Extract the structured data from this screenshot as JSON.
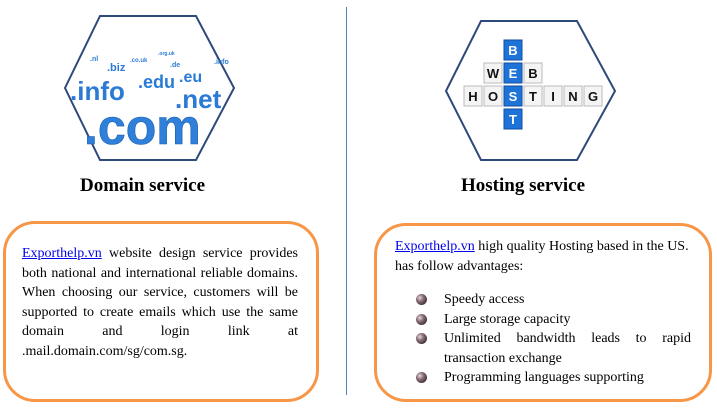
{
  "domain_section": {
    "title": "Domain service",
    "image_words": [
      ".nl",
      ".biz",
      ".co.uk",
      ".de",
      ".info",
      ".info",
      ".edu",
      ".eu",
      ".net",
      ".com"
    ],
    "link_text": "Exporthelp.vn",
    "description_rest": " website design service provides both national and international reliable domains. When choosing our service, customers will be supported to create emails which use the same domain and login link at .mail.domain.com/sg/com.sg."
  },
  "hosting_section": {
    "title": "Hosting service",
    "image_words": {
      "vertical": "BEST",
      "top": "WEB",
      "main": "HOSTING"
    },
    "link_text": "Exporthelp.vn",
    "intro_rest": " high quality Hosting based in the US. has follow advantages:",
    "advantages": [
      "Speedy access",
      "Large storage capacity",
      "Unlimited bandwidth leads to rapid transaction exchange",
      "Programming languages supporting"
    ]
  },
  "colors": {
    "box_border": "#F79646",
    "hexagon_stroke": "#2E4A7A",
    "divider": "#4F81BD",
    "link": "#0000EE",
    "domain_blue": "#2B7BD6",
    "tile_blue": "#1E73D8"
  }
}
